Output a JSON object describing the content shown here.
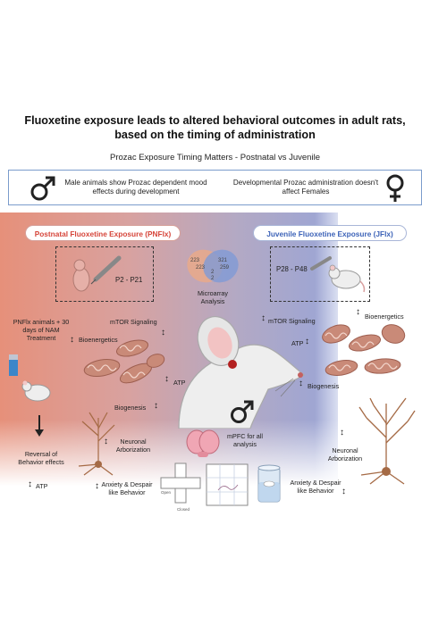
{
  "header": {
    "title": "Fluoxetine exposure leads to altered behavioral outcomes in adult rats, based on the timing of administration",
    "subtitle": "Prozac Exposure Timing Matters - Postnatal vs Juvenile"
  },
  "banner": {
    "male_text": "Male animals show Prozac dependent mood effects during development",
    "female_text": "Developmental Prozac administration doesn't affect Females"
  },
  "postnatal": {
    "title": "Postnatal Fluoxetine Exposure (PNFlx)",
    "period": "P2 - P21",
    "treatment_note": "PNFlx animals + 30 days of NAM Treatment",
    "reversal": "Reversal of Behavior effects",
    "atp_reversal": "ATP",
    "mtor": "mTOR Signaling",
    "bioenergetics": "Bioenergetics",
    "atp": "ATP",
    "biogenesis": "Biogenesis",
    "arborization": "Neuronal Arborization",
    "behavior": "Anxiety & Despair like Behavior"
  },
  "juvenile": {
    "title": "Juvenile Fluoxetine Exposure (JFlx)",
    "period": "P28 - P48",
    "mtor": "mTOR Signaling",
    "bioenergetics": "Bioenergetics",
    "atp": "ATP",
    "biogenesis": "Biogenesis",
    "arborization": "Neuronal Arborization",
    "behavior": "Anxiety & Despair like Behavior"
  },
  "center": {
    "microarray": "Microarray Analysis",
    "venn_left_top": "223",
    "venn_left_bottom": "223",
    "venn_right_top": "321",
    "venn_right_bottom": "259",
    "venn_mid_top": "2",
    "venn_mid_bottom": "2",
    "mpfc": "mPFC for all analysis"
  },
  "maze": {
    "open": "Open",
    "closed": "Closed"
  },
  "colors": {
    "pnflx_red": "#d6453a",
    "jflx_blue": "#3d63b8",
    "banner_border": "#7b9ccc",
    "mito": "#c98a78"
  }
}
